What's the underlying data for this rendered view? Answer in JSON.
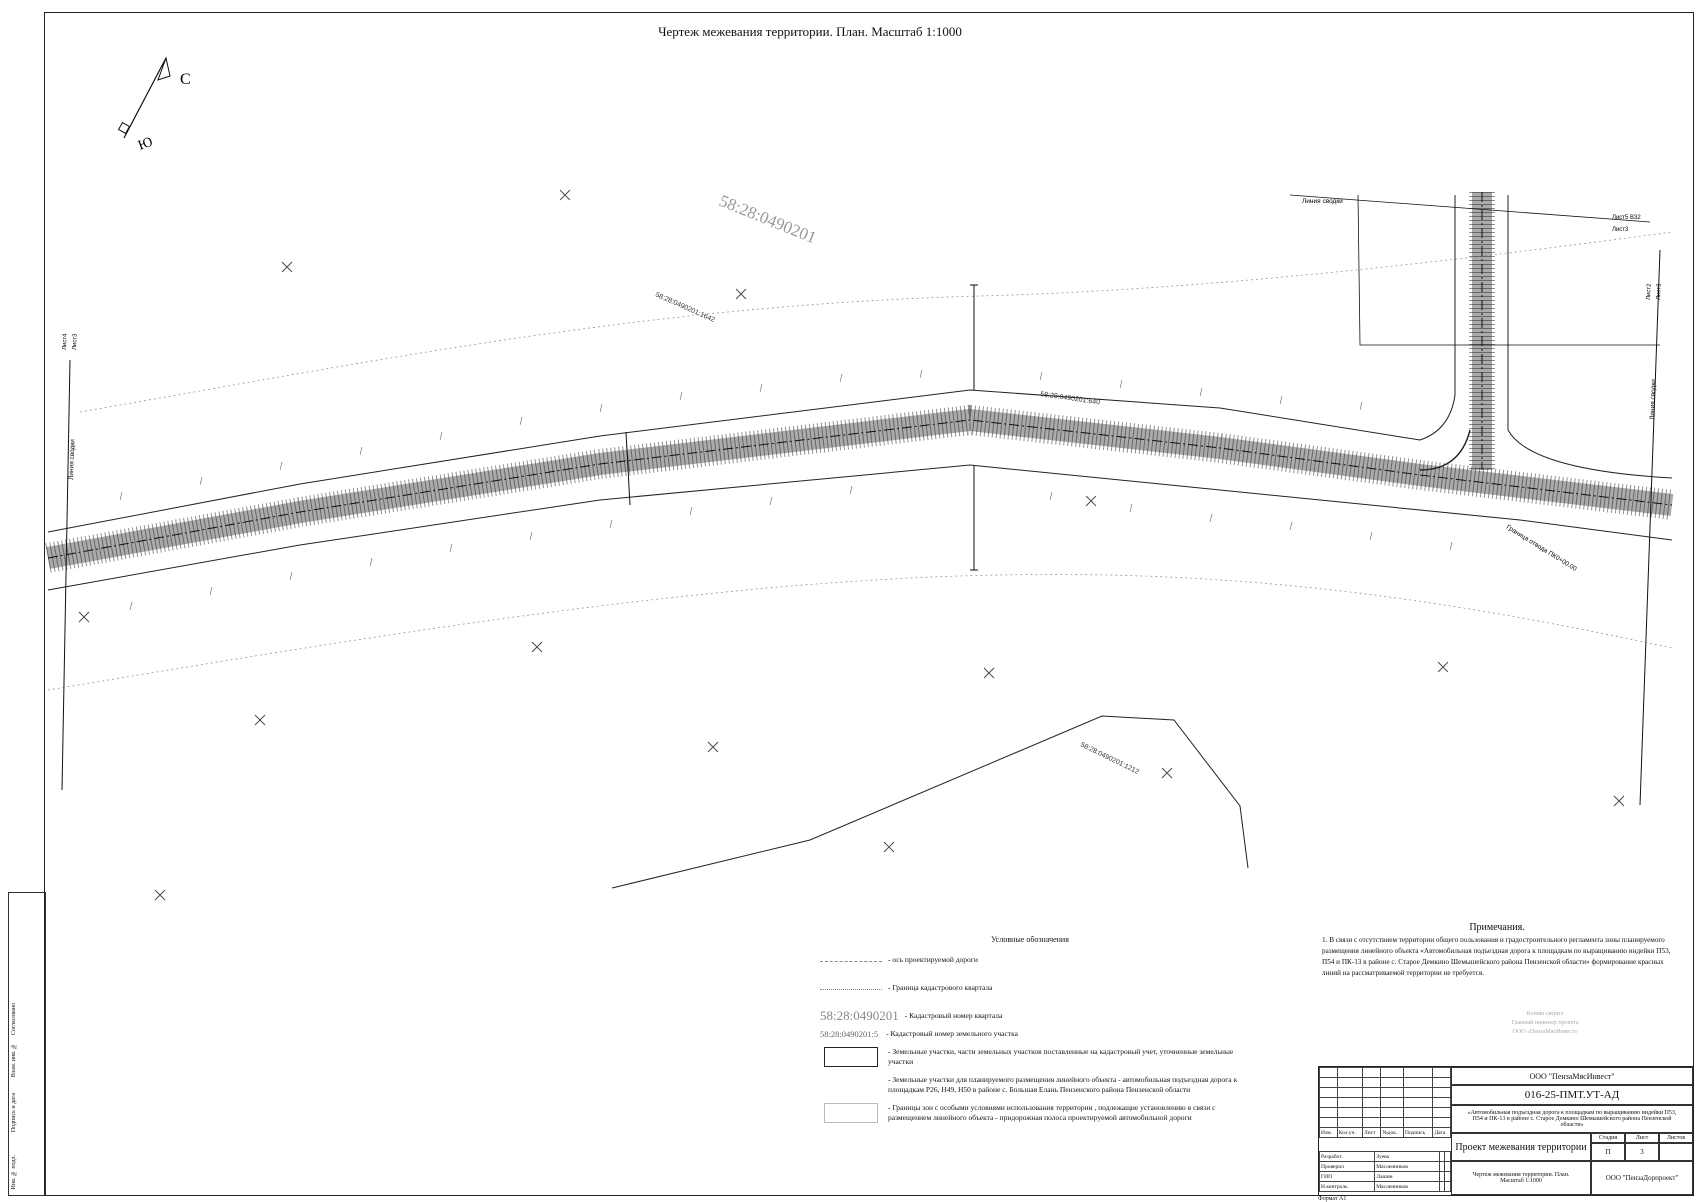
{
  "title": "Чертеж межевания территории. План. Масштаб 1:1000",
  "north": {
    "north_label": "С",
    "south_label": "Ю"
  },
  "map_labels": {
    "quarter_number": "58:28:0490201",
    "parcel_top": "58:28:0490201:1642",
    "parcel_road": "58:28:0490201:640",
    "parcel_bottom": "58:28:0490201:1212",
    "match_line": "Линия сводки",
    "sheet4": "Лист4",
    "sheet3": "Лист3",
    "sheet5": "Лист5 В32",
    "sheet2": "Лист2",
    "red_line_note": "Граница отвода ПК0+00.00"
  },
  "legend": {
    "heading": "Условные обозначения",
    "items": [
      {
        "text": "- ось проектируемой дороги"
      },
      {
        "text": "- Граница кадастрового квартала"
      },
      {
        "code": "58:28:0490201",
        "text": "- Кадастровый номер квартала"
      },
      {
        "code": "58:28:0490201:5",
        "text": "- Кадастровый номер земельного участка"
      },
      {
        "text": "- Земельные участки, части земельных участков поставленные на кадастровый учет, уточненные земельные участки"
      },
      {
        "text": "- Земельные участки для планируемого размещения линейного объекта - автомобильная подъездная дорога к площадкам Р26, Н49, Н50 в районе с. Большая Елань Пензенского района Пензенской области"
      },
      {
        "text": "- Границы зон с особыми условиями использования территории , подлежащие установлению в связи с размещением линейного объекта - придорожная полоса проектируемой автомобильной дороги"
      }
    ]
  },
  "notes": {
    "heading": "Примечания.",
    "text": "1. В связи с отсутствием территории общего пользования и градостроительного регламента зоны планируемого размещения линейного объекта «Автомобильная подъездная дорога к площадкам по выращиванию индейки П53, П54 и ПК-13 в районе с. Старое Демкино Шемышейского района Пензенской области» формирование красных линий на рассматриваемой территории не требуется."
  },
  "stamp_text": "Копию сверил\nГлавный инженер проекта\nООО «ПензаМясИнвест»",
  "title_block": {
    "company": "ООО \"ПензаМясИнвест\"",
    "code": "016-25-ПМТ.УТ-АД",
    "object": "«Автомобильная подъездная дорога к площадкам по выращиванию индейки П53, П54 и ПК-13 в районе с. Старое Демкино Шемышейского района Пензенской области»",
    "sheet_title": "Проект межевания территории",
    "h_stage": "Стадия",
    "h_sheet": "Лист",
    "h_sheets": "Листов",
    "stage": "П",
    "sheet": "3",
    "sheets": "",
    "drawing": "Чертеж межевания территории. План. Масштаб 1:1000",
    "org": "ООО \"ПензаДорпроект\"",
    "cols": [
      "Изм.",
      "Кол.уч.",
      "Лист",
      "№док.",
      "Подпись",
      "Дата"
    ],
    "roles": [
      {
        "role": "Разработ.",
        "name": "Зуева"
      },
      {
        "role": "Проверил",
        "name": "Масленников"
      },
      {
        "role": "ГИП",
        "name": "Лашин"
      },
      {
        "role": "Н.контроль",
        "name": "Масленников"
      }
    ]
  },
  "side_stamp": [
    "Согласовано",
    "Взам. инв. №",
    "Подпись и дата",
    "Инв. № подл."
  ],
  "format": "Формат А1",
  "colors": {
    "road": "#555555",
    "lines": "#222222",
    "light": "#aaaaaa"
  }
}
